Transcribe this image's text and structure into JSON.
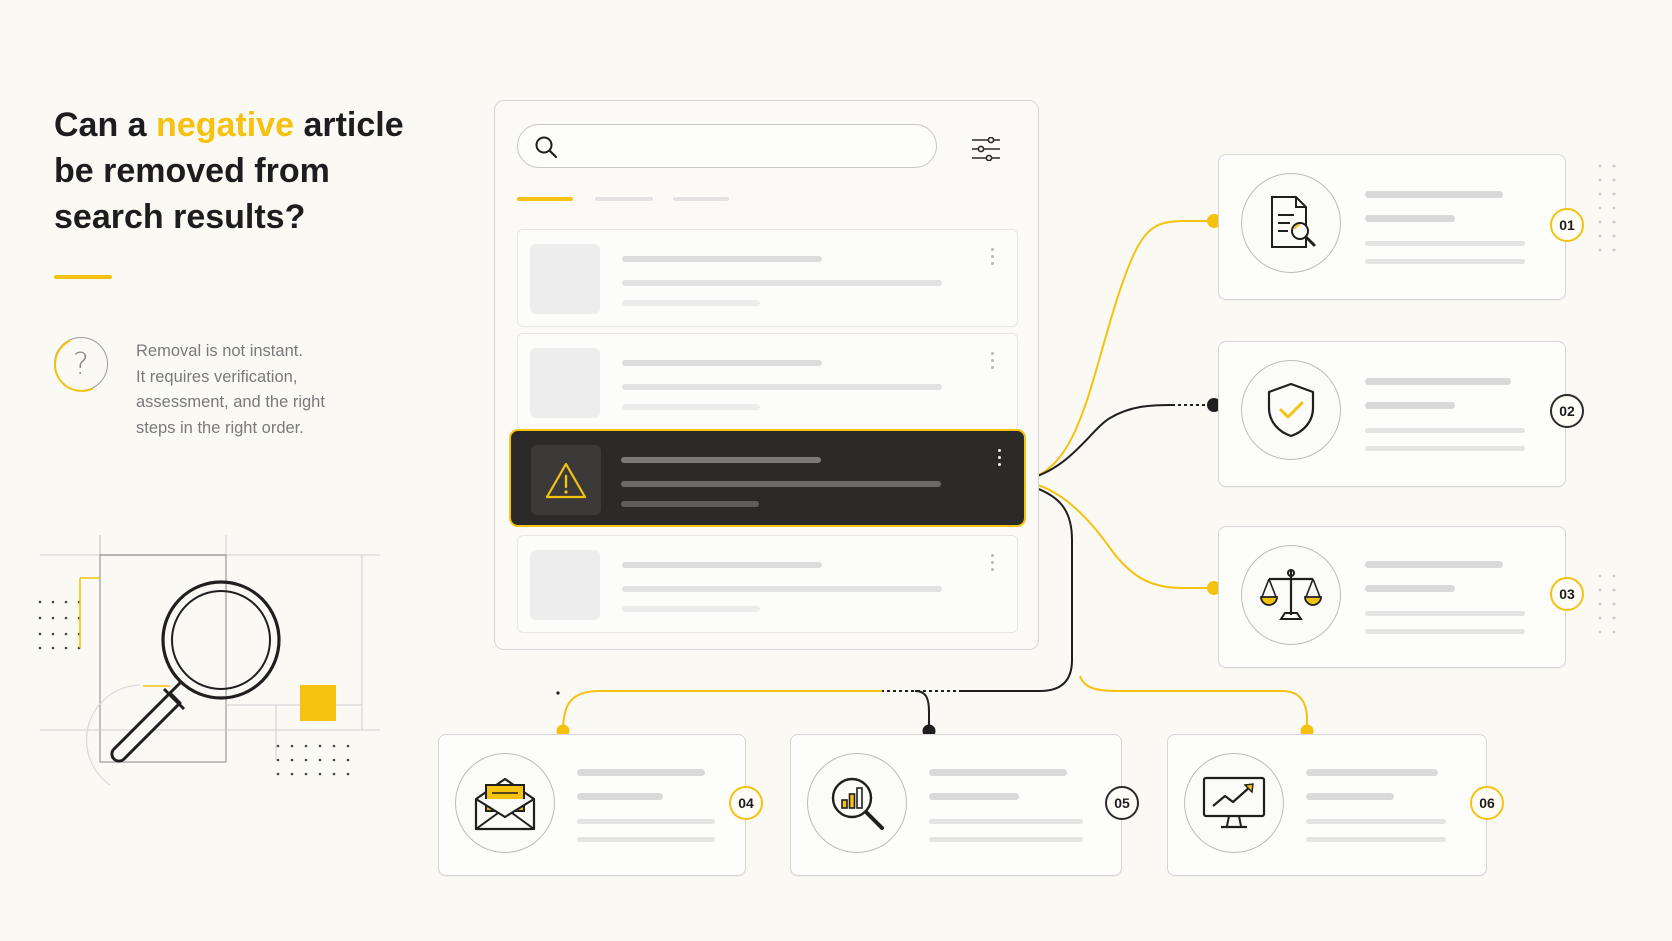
{
  "heading": {
    "before": "Can a ",
    "accent": "negative",
    "after_line1": " article",
    "line2": "be removed from",
    "line3": "search results?"
  },
  "intro": {
    "icon": "question-mark-icon",
    "glyph": "?",
    "lines": [
      "Removal is not instant.",
      "It requires verification,",
      "assessment, and the right",
      "steps in the right order."
    ]
  },
  "colors": {
    "accent": "#f5c211",
    "dark": "#2b2a29",
    "background": "#fbf9f4"
  },
  "panel": {
    "search_icon": "search-icon",
    "filter_icon": "sliders-icon",
    "results": [
      {
        "state": "normal"
      },
      {
        "state": "normal"
      },
      {
        "state": "flagged",
        "icon": "warning-icon"
      },
      {
        "state": "normal"
      }
    ]
  },
  "steps": [
    {
      "number": "01",
      "icon": "document-search-icon",
      "accent": "gold"
    },
    {
      "number": "02",
      "icon": "shield-check-icon",
      "accent": "dark"
    },
    {
      "number": "03",
      "icon": "scales-icon",
      "accent": "gold"
    },
    {
      "number": "04",
      "icon": "envelope-icon",
      "accent": "gold"
    },
    {
      "number": "05",
      "icon": "analytics-search-icon",
      "accent": "dark"
    },
    {
      "number": "06",
      "icon": "monitor-chart-icon",
      "accent": "gold"
    }
  ]
}
